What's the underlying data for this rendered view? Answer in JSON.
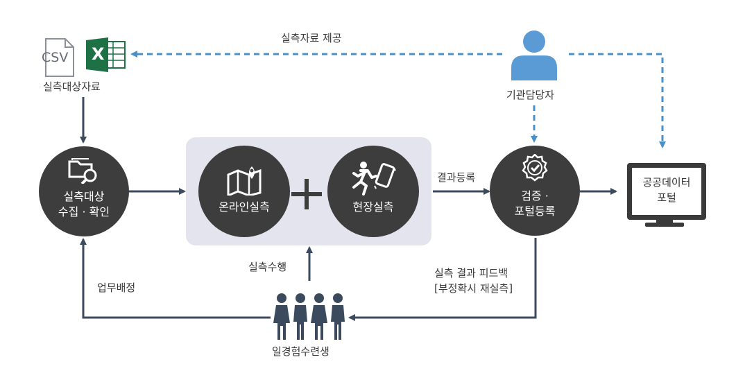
{
  "labels": {
    "data_provision": "실측자료 제공",
    "target_data": "실측대상자료",
    "officer": "기관담당자",
    "result_register": "결과등록",
    "feedback_line1": "실측 결과 피드백",
    "feedback_line2": "[부정확시 재실측]",
    "task_assign": "업무배정",
    "perform": "실측수행",
    "trainees": "일경험수련생"
  },
  "file_icons": {
    "csv": "CSV",
    "excel": "X"
  },
  "nodes": {
    "collect": {
      "line1": "실측대상",
      "line2": "수집 · 확인",
      "icon": "folder-search-icon"
    },
    "online": {
      "label": "온라인실측",
      "icon": "map-pin-icon"
    },
    "field": {
      "label": "현장실측",
      "icon": "running-phone-icon"
    },
    "verify": {
      "line1": "검증 ·",
      "line2": "포털등록",
      "icon": "check-badge-icon"
    },
    "portal": {
      "line1": "공공데이터",
      "line2": "포털",
      "icon": "monitor-icon"
    }
  },
  "colors": {
    "node": "#3d3d3d",
    "panel": "#e3e4ee",
    "solid_arrow": "#3b4a5c",
    "dashed_arrow": "#4a90c8",
    "person": "#5b9bd5",
    "excel": "#1e7145"
  }
}
